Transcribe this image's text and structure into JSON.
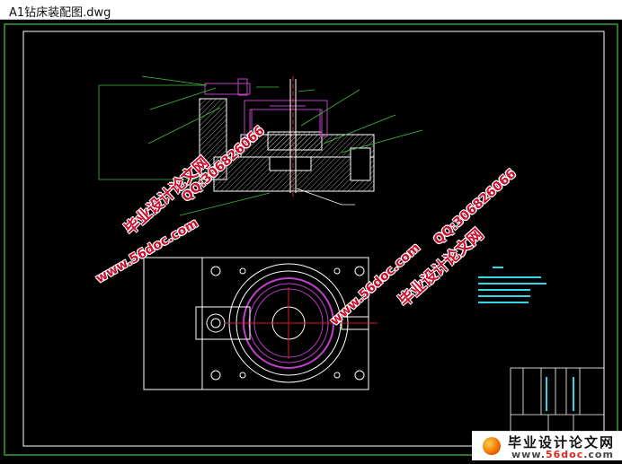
{
  "window": {
    "title": "A1钻床装配图.dwg"
  },
  "watermarks": {
    "site_name": "毕业设计论文网",
    "qq": "QQ:306826066",
    "url": "www.56doc.com"
  },
  "banner": {
    "name": "毕业设计论文网",
    "url_prefix": "www.",
    "url_mid": "56doc",
    "url_suffix": ".com"
  },
  "colors": {
    "frame_outer": "#3c9a3c",
    "frame_inner": "#ffffff",
    "part_magenta": "#c040c8",
    "centerline_red": "#d02020",
    "leader_green": "#40c040",
    "notes_cyan": "#30d8e8",
    "watermark_red": "#c8102e"
  }
}
